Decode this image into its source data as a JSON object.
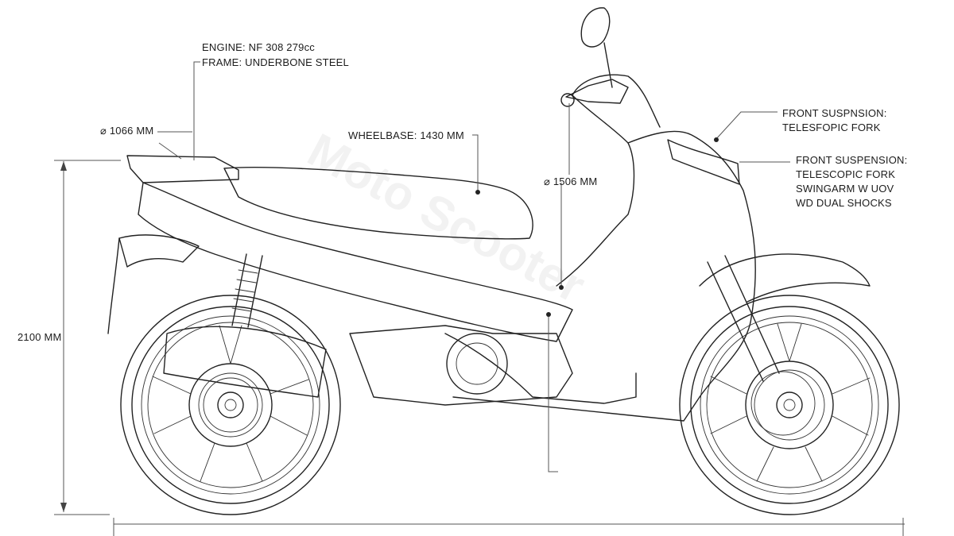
{
  "labels": {
    "engine": "ENGINE: NF 308 279cc",
    "frame": "FRAME: UNDERBONE STEEL",
    "dim_left": "⌀ 1066 MM",
    "wheelbase": "WHEELBASE: 1430 MM",
    "dim_mid": "⌀ 1506 MM",
    "front_susp_1_title": "FRONT SUSPNSION:",
    "front_susp_1_value": "TELESFOPIC FORK",
    "front_susp_2_title": "FRONT SUSPENSION:",
    "front_susp_2_value": "TELESCOPIC FORK",
    "swingarm": "SWINGARM W UOV",
    "shocks": "WD DUAL SHOCKS",
    "height": "2100 MM"
  },
  "watermark": "Moto Scooter",
  "colors": {
    "line": "#222222",
    "background": "#ffffff"
  }
}
